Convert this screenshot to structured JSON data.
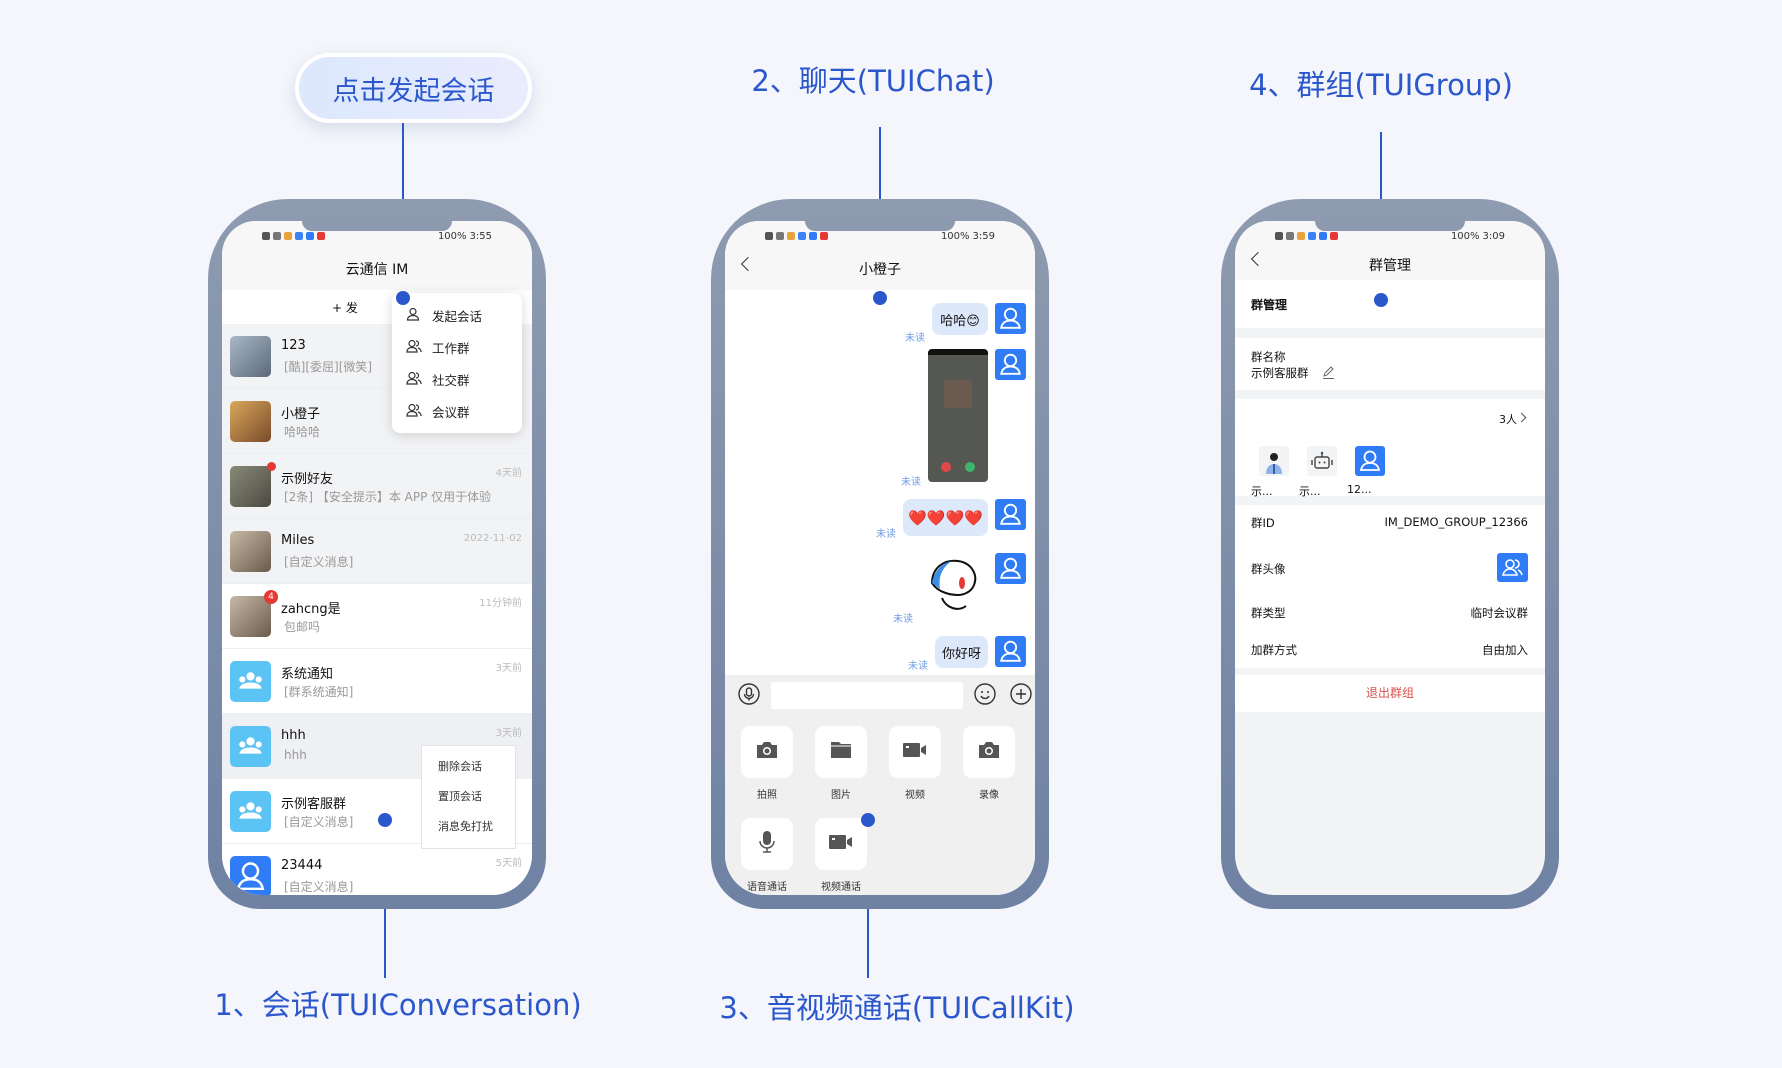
{
  "callout": "点击发起会话",
  "captions": {
    "conversation": "1、会话(TUIConversation)",
    "chat": "2、聊天(TUIChat)",
    "callkit": "3、音视频通话(TUICallKit)",
    "group": "4、群组(TUIGroup)"
  },
  "colors": {
    "accent": "#2b57cc",
    "avatar_blue": "#2f7cf6",
    "group_avatar": "#5cc3f5",
    "danger": "#d9534f",
    "unread": "#6e9ce4"
  },
  "conversation": {
    "status": {
      "battery": "100%",
      "time": "3:55"
    },
    "title": "云通信 IM",
    "start_button": "+ 发",
    "menu": [
      {
        "label": "发起会话",
        "icon": "user-icon"
      },
      {
        "label": "工作群",
        "icon": "group-icon"
      },
      {
        "label": "社交群",
        "icon": "group-icon"
      },
      {
        "label": "会议群",
        "icon": "group-icon"
      }
    ],
    "items": [
      {
        "name": "123",
        "preview": "[酷][委屈][微笑]",
        "time": "",
        "avatar": "photo",
        "bg": "#f2f3f5"
      },
      {
        "name": "小橙子",
        "preview": "哈哈哈",
        "time": "",
        "avatar": "photo",
        "bg": "#f2f3f5"
      },
      {
        "name": "示例好友",
        "preview": "[2条] 【安全提示】本 APP 仅用于体验",
        "time": "4天前",
        "avatar": "photo",
        "dot": true,
        "muted": true,
        "bg": "#f2f3f5"
      },
      {
        "name": "Miles",
        "preview": "[自定义消息]",
        "time": "2022-11-02",
        "avatar": "photo",
        "bg": "#f2f3f5"
      },
      {
        "name": "zahcng是",
        "preview": "包邮吗",
        "time": "11分钟前",
        "avatar": "photo",
        "badge": "4",
        "bg": "#ffffff"
      },
      {
        "name": "系统通知",
        "preview": "[群系统通知]",
        "time": "3天前",
        "avatar": "group",
        "bg": "#ffffff"
      },
      {
        "name": "hhh",
        "preview": "hhh",
        "time": "3天前",
        "avatar": "group",
        "bg": "#eef0f4"
      },
      {
        "name": "示例客服群",
        "preview": "[自定义消息]",
        "time": "",
        "avatar": "group",
        "bg": "#ffffff"
      },
      {
        "name": "23444",
        "preview": "[自定义消息]",
        "time": "5天前",
        "avatar": "user",
        "bg": "#ffffff"
      }
    ],
    "context_menu": [
      "删除会话",
      "置顶会话",
      "消息免打扰"
    ]
  },
  "chat": {
    "status": {
      "battery": "100%",
      "time": "3:59"
    },
    "title": "小橙子",
    "messages": [
      {
        "type": "text",
        "text": "哈哈😊",
        "status": "未读"
      },
      {
        "type": "image",
        "status": "未读"
      },
      {
        "type": "text",
        "text": "❤️❤️❤️❤️",
        "status": "未读"
      },
      {
        "type": "sticker",
        "status": "未读"
      },
      {
        "type": "text",
        "text": "你好呀",
        "status": "未读"
      }
    ],
    "input_placeholder": "",
    "tools": [
      {
        "label": "拍照",
        "icon": "camera-icon"
      },
      {
        "label": "图片",
        "icon": "folder-icon"
      },
      {
        "label": "视频",
        "icon": "video-icon"
      },
      {
        "label": "录像",
        "icon": "camera-icon"
      },
      {
        "label": "语音通话",
        "icon": "microphone-icon"
      },
      {
        "label": "视频通话",
        "icon": "video-icon"
      }
    ]
  },
  "group": {
    "status": {
      "battery": "100%",
      "time": "3:09"
    },
    "title": "群管理",
    "section_title": "群管理",
    "name_label": "群名称",
    "name_value": "示例客服群",
    "member_count": "3人",
    "members": [
      {
        "name": "示...",
        "avatar": "person"
      },
      {
        "name": "示...",
        "avatar": "robot"
      },
      {
        "name": "12...",
        "avatar": "user"
      }
    ],
    "fields": [
      {
        "label": "群ID",
        "value": "IM_DEMO_GROUP_12366"
      },
      {
        "label": "群头像",
        "value": ""
      },
      {
        "label": "群类型",
        "value": "临时会议群"
      },
      {
        "label": "加群方式",
        "value": "自由加入"
      }
    ],
    "quit": "退出群组"
  }
}
